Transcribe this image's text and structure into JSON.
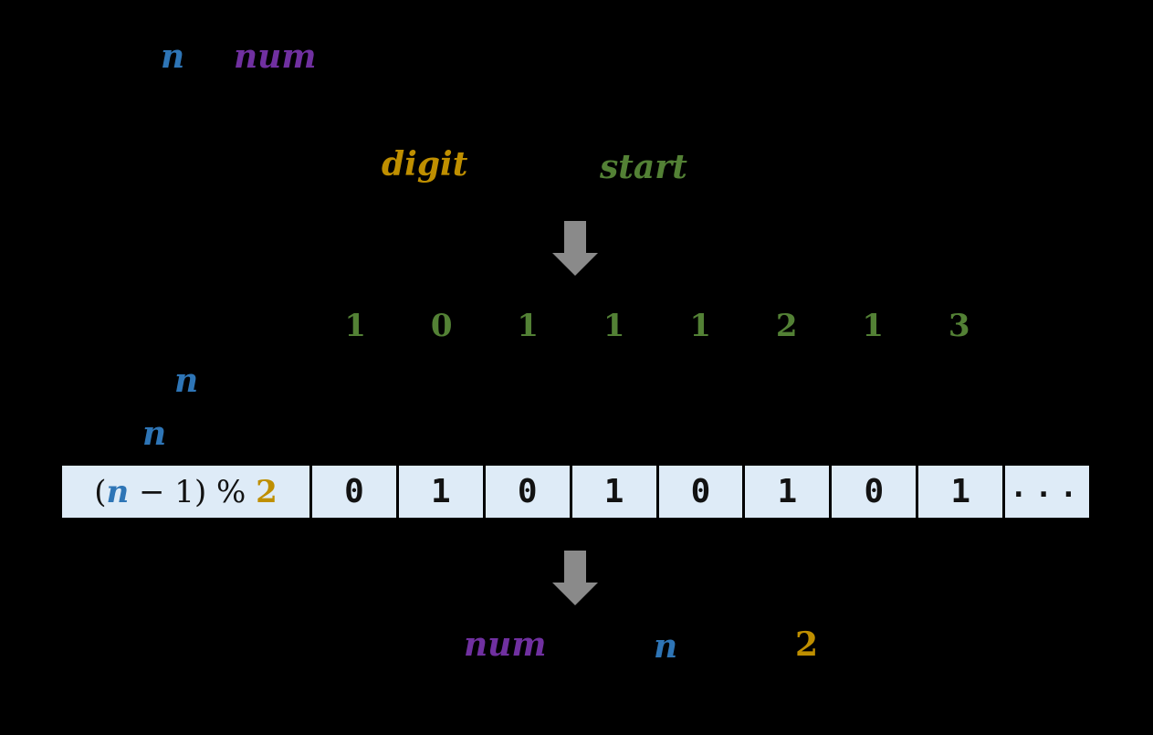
{
  "colors": {
    "background": "#000000",
    "blue": "#2E75B6",
    "purple": "#7030A0",
    "gold": "#BF8F00",
    "green": "#538135",
    "arrow_gray": "#8A8A8A",
    "cell_background": "#DEEBF7",
    "cell_text": "#121212"
  },
  "top_labels": {
    "n": "n",
    "num": "num"
  },
  "variable_labels": {
    "digit": "digit",
    "start": "start"
  },
  "sequence": [
    "1",
    "0",
    "1",
    "1",
    "1",
    "2",
    "1",
    "3"
  ],
  "pointer_labels": {
    "n_upper": "n",
    "n_lower": "n"
  },
  "table": {
    "formula": {
      "lparen": "(",
      "n": "n",
      "rest": " − 1) % ",
      "two": "2"
    },
    "cells": [
      "0",
      "1",
      "0",
      "1",
      "0",
      "1",
      "0",
      "1"
    ],
    "ellipsis": "..."
  },
  "bottom_labels": {
    "num": "num",
    "n": "n",
    "two": "2"
  }
}
